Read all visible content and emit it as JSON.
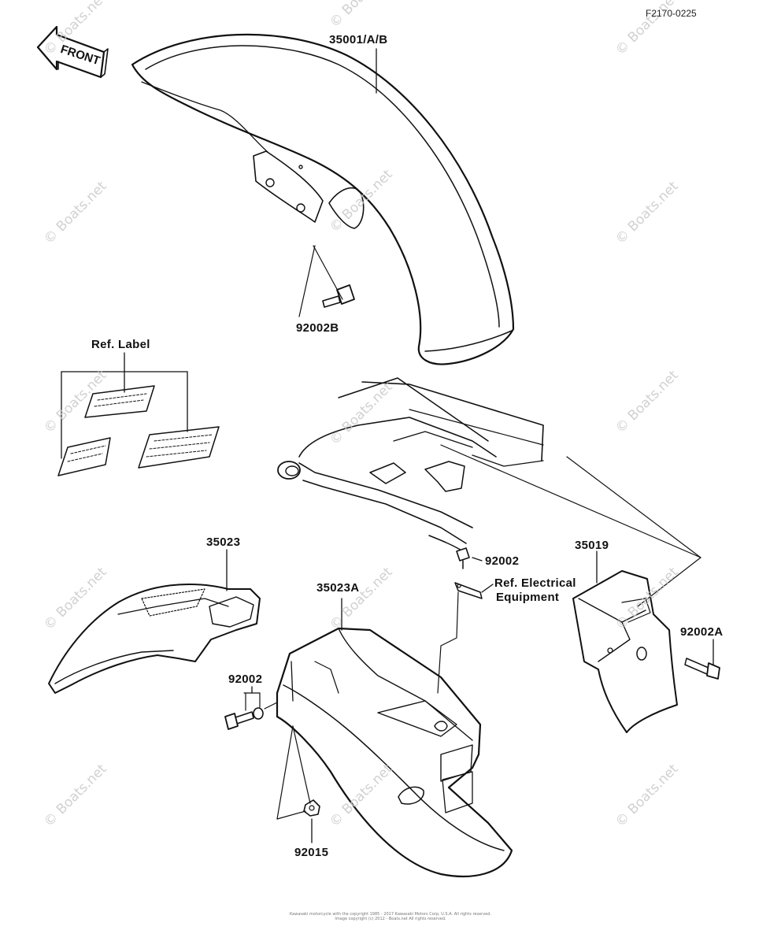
{
  "figure_code": "F2170-0225",
  "front_label": "FRONT",
  "watermark_text": "© Boats.net",
  "part_labels": {
    "front_fender": "35001/A/B",
    "bolt_front": "92002B",
    "ref_label": "Ref. Label",
    "rear_fender_front": "35023",
    "rear_fender_rear": "35023A",
    "bolt_top": "92002",
    "ref_electrical_line1": "Ref. Electrical",
    "ref_electrical_line2": "Equipment",
    "flap": "35019",
    "bolt_flap": "92002A",
    "bolt_left": "92002",
    "nut": "92015"
  },
  "copyright_line1": "Kawasaki motorcycle with the copyright 1985 - 2017 Kawasaki Motors Corp, U.S.A. All rights reserved.",
  "copyright_line2": "Image copyright (c) 2012 - Boats.net All rights reserved."
}
